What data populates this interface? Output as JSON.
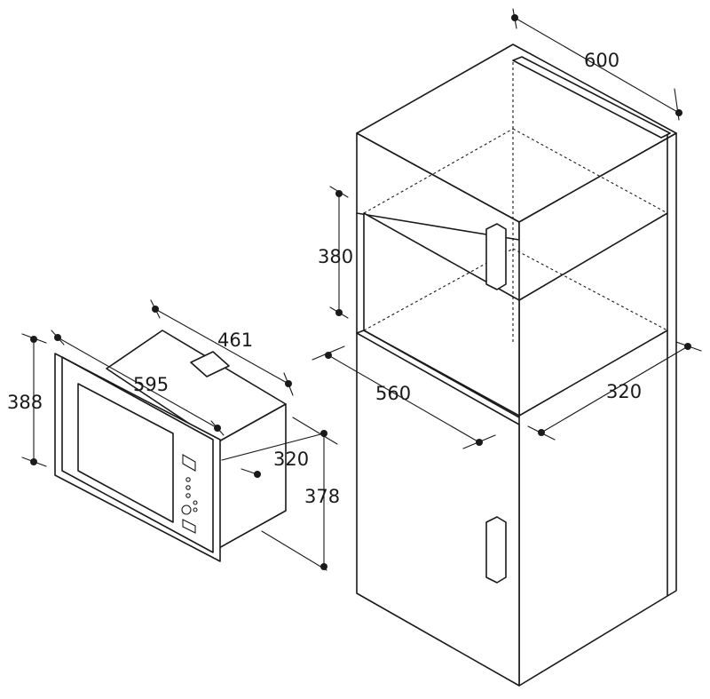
{
  "dimensions": {
    "microwave_height": "388",
    "microwave_depth": "461",
    "microwave_width": "595",
    "niche_depth": "320",
    "niche_height": "378",
    "cabinet_width": "600",
    "cabinet_opening_height": "380",
    "cabinet_inner_width": "560",
    "cabinet_niche_depth": "320"
  },
  "colors": {
    "line": "#1a1a1a",
    "background": "#ffffff"
  }
}
